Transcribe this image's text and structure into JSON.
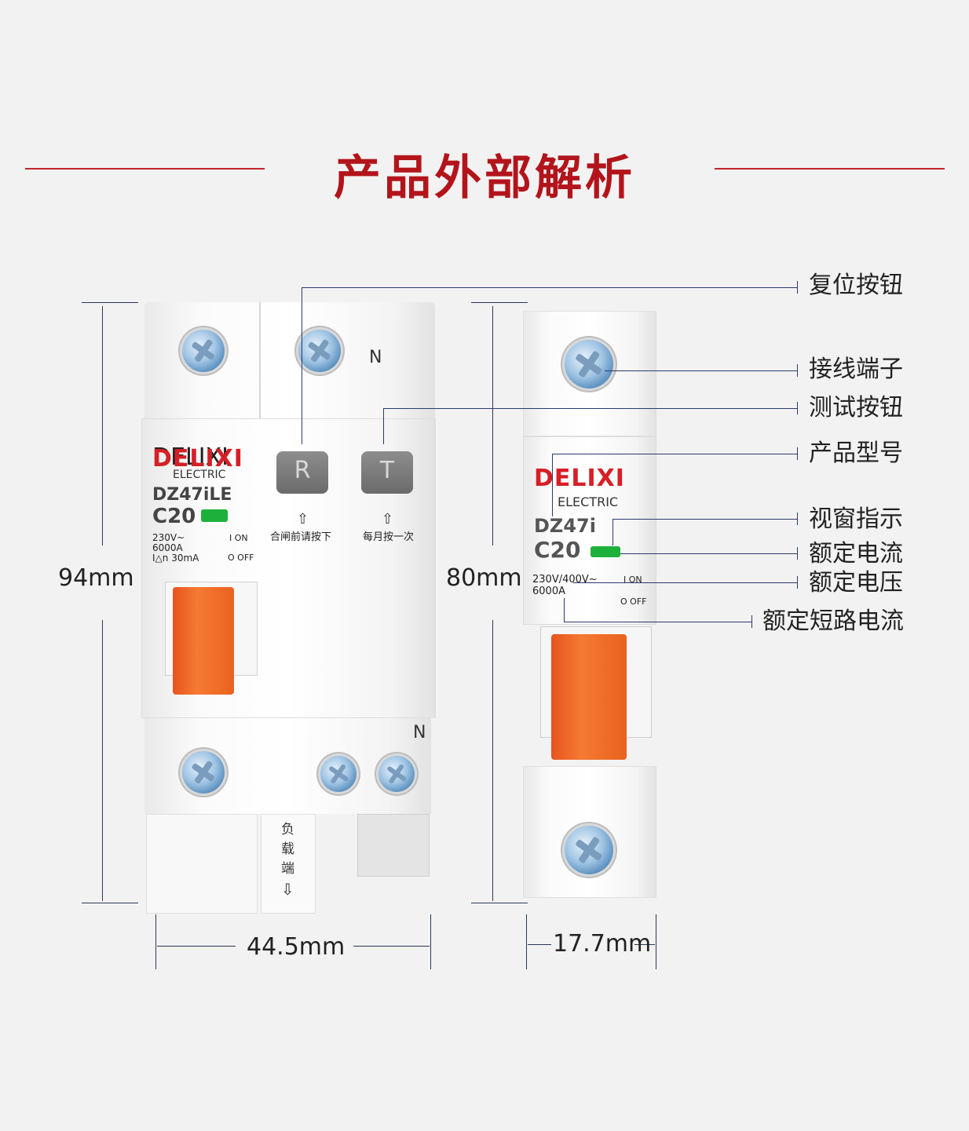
{
  "title": "产品外部解析",
  "colors": {
    "accent": "#b3141b",
    "handle": "#f07130",
    "indicator": "#1db13b"
  },
  "callouts": {
    "reset_button": "复位按钮",
    "terminal": "接线端子",
    "test_button": "测试按钮",
    "model": "产品型号",
    "window": "视窗指示",
    "rated_current": "额定电流",
    "rated_voltage": "额定电压",
    "short_circuit": "额定短路电流"
  },
  "dimensions": {
    "left_height": "94mm",
    "right_height": "80mm",
    "left_width": "44.5mm",
    "right_width": "17.7mm"
  },
  "left_breaker": {
    "brand": "DELIXI",
    "brand_sub": "ELECTRIC",
    "model": "DZ47iLE",
    "rating": "C20",
    "spec_line1": "230V~",
    "spec_line2": "6000A",
    "spec_line3": "I△n 30mA",
    "on_label": "I ON",
    "off_label": "O OFF",
    "reset_key": "R",
    "test_key": "T",
    "reset_hint": "合闸前请按下",
    "test_hint": "每月按一次",
    "neutral_top": "N",
    "neutral_bottom": "N",
    "load_label": "负载端"
  },
  "right_breaker": {
    "brand": "DELIXI",
    "brand_sub": "ELECTRIC",
    "model": "DZ47i",
    "rating": "C20",
    "spec_line1": "230V/400V~",
    "spec_line2": "6000A",
    "on_label": "I ON",
    "off_label": "O OFF"
  }
}
